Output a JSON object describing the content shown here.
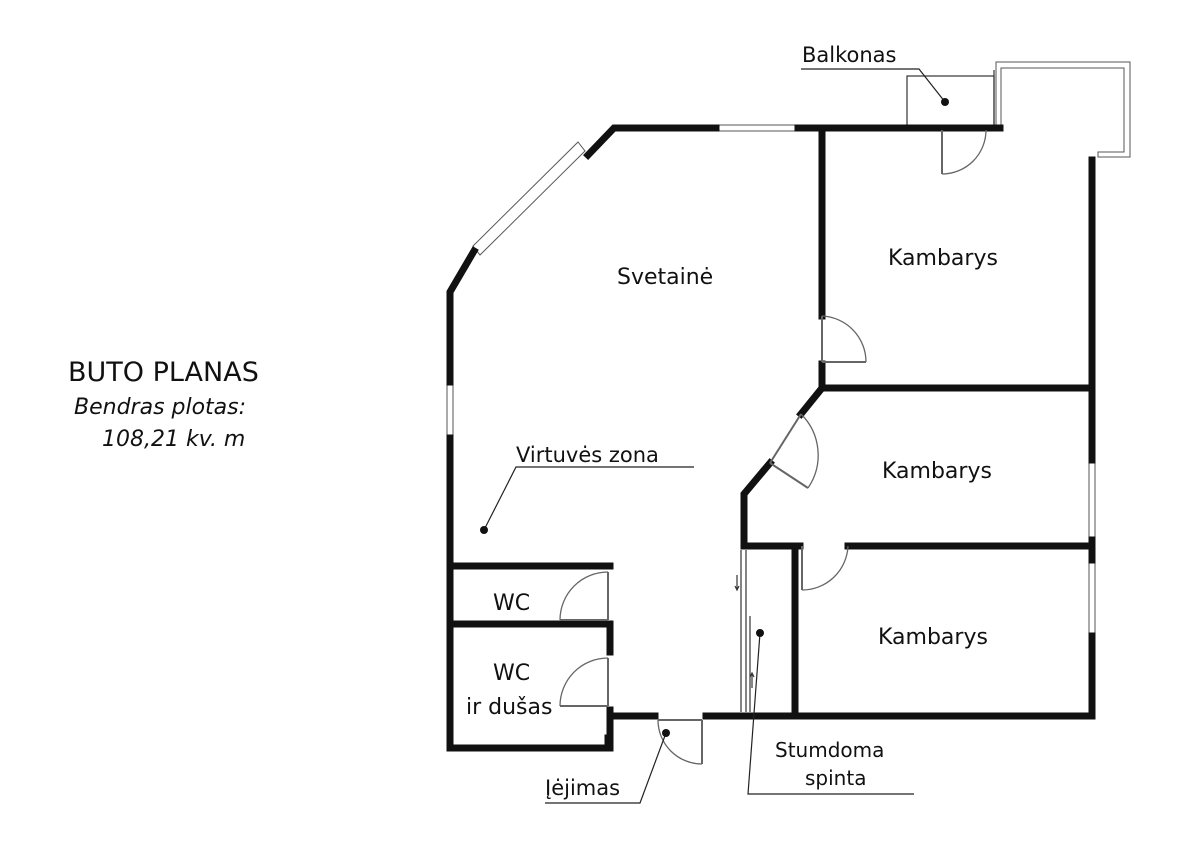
{
  "plan_title": "BUTO PLANAS",
  "area_label": "Bendras plotas:",
  "area_value": "108,21 kv. m",
  "rooms": {
    "living": "Svetainė",
    "kitchen": "Virtuvės zona",
    "room1": "Kambarys",
    "room2": "Kambarys",
    "room3": "Kambarys",
    "wc": "WC",
    "wc_shower_line1": "WC",
    "wc_shower_line2": "ir dušas"
  },
  "callouts": {
    "balcony": "Balkonas",
    "entrance": "Įėjimas",
    "wardrobe_line1": "Stumdoma",
    "wardrobe_line2": "spinta"
  }
}
